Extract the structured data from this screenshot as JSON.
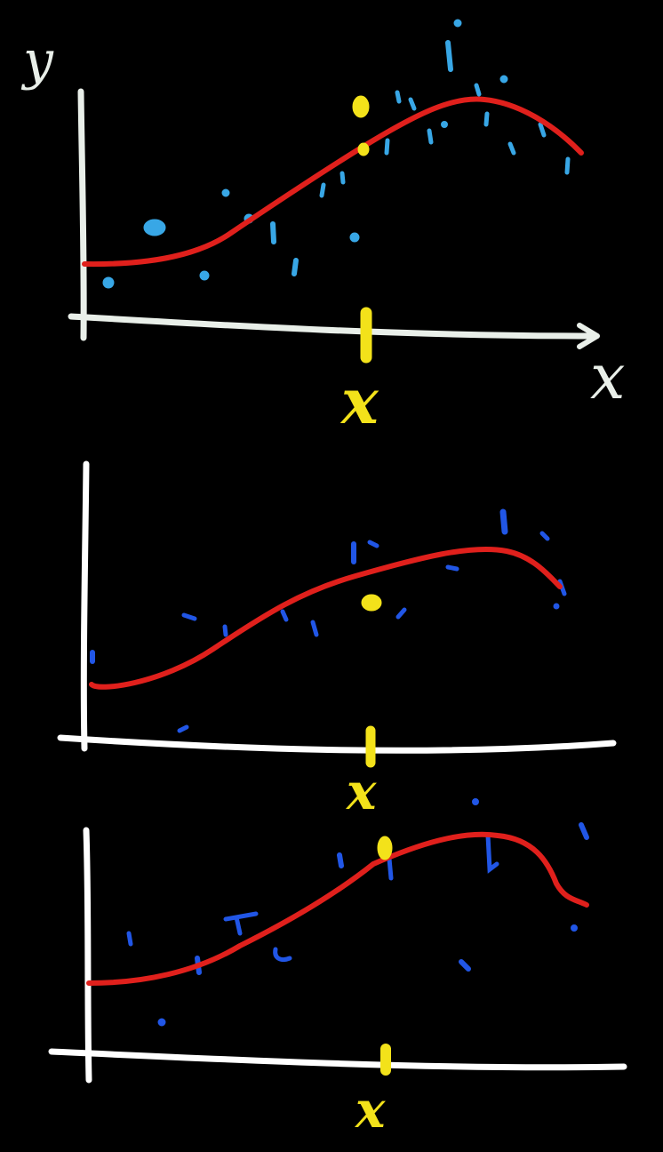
{
  "labels": {
    "y_axis": "y",
    "x_axis": "x",
    "query_mark": "x"
  },
  "colors": {
    "background": "#000000",
    "axis": "#e9efe9",
    "curve": "#e0201c",
    "query": "#f3e21a",
    "points_top": "#38a7e6",
    "points_lower": "#2156e6"
  },
  "panels": [
    {
      "id": "top",
      "has_y_label": true,
      "has_x_label": true,
      "has_arrow": true
    },
    {
      "id": "middle",
      "has_y_label": false,
      "has_x_label": false,
      "has_arrow": false
    },
    {
      "id": "bottom",
      "has_y_label": false,
      "has_x_label": false,
      "has_arrow": false
    }
  ]
}
